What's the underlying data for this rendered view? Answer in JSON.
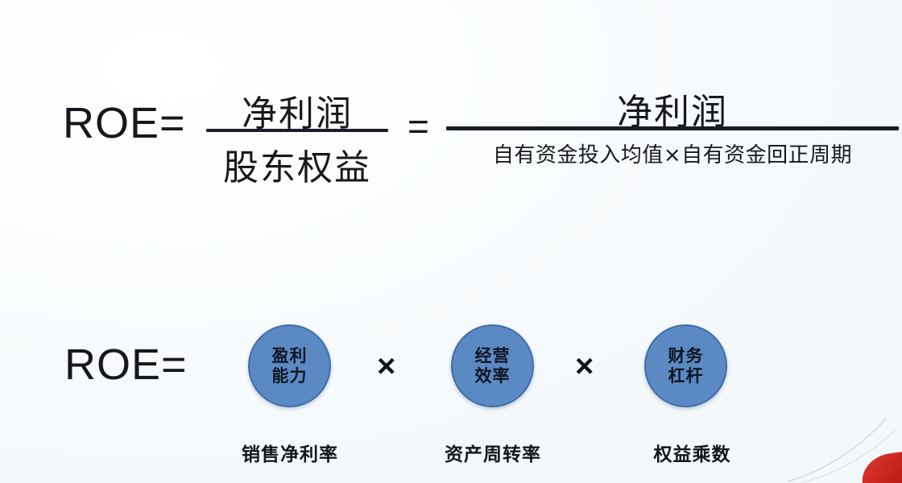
{
  "background": {
    "base_color": "#f7fafc",
    "accent_red": "#c11f18"
  },
  "formula_top": {
    "lhs_label": "ROE=",
    "equals_between": "=",
    "fraction_left": {
      "numerator": "净利润",
      "denominator": "股东权益"
    },
    "fraction_right": {
      "numerator": "净利润",
      "denominator": "自有资金投入均值×自有资金回正周期"
    }
  },
  "formula_bottom": {
    "lhs_label": "ROE=",
    "multiply_symbol": "×",
    "factors": [
      {
        "circle_line_1": "盈利",
        "circle_line_2": "能力",
        "caption": "销售净利率",
        "color": "#5b89c2"
      },
      {
        "circle_line_1": "经营",
        "circle_line_2": "效率",
        "caption": "资产周转率",
        "color": "#5b89c2"
      },
      {
        "circle_line_1": "财务",
        "circle_line_2": "杠杆",
        "caption": "权益乘数",
        "color": "#5b89c2"
      }
    ]
  }
}
